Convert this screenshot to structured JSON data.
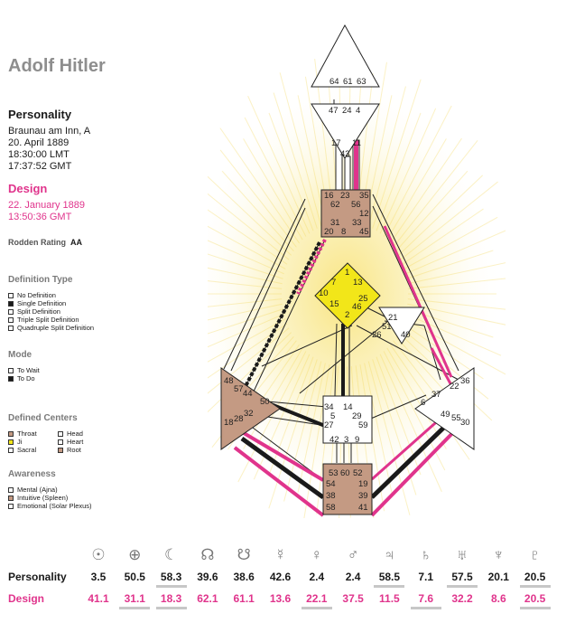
{
  "person": {
    "name": "Adolf Hitler",
    "personality_title": "Personality",
    "place": "Braunau am Inn, A",
    "date": "20. April 1889",
    "lmt": "18:30:00 LMT",
    "gmt": "17:37:52 GMT",
    "design_title": "Design",
    "design_date": "22. January 1889",
    "design_gmt": "13:50:36 GMT",
    "rodden_label": "Rodden Rating",
    "rodden_value": "AA"
  },
  "legend": {
    "definition_title": "Definition Type",
    "definition_items": [
      {
        "label": "No Definition",
        "filled": false
      },
      {
        "label": "Single Definition",
        "filled": true
      },
      {
        "label": "Split Definition",
        "filled": false
      },
      {
        "label": "Triple Split Definition",
        "filled": false
      },
      {
        "label": "Quadruple Split Definition",
        "filled": false
      }
    ],
    "mode_title": "Mode",
    "mode_items": [
      {
        "label": "To Wait",
        "filled": false
      },
      {
        "label": "To Do",
        "filled": true
      }
    ],
    "centers_title": "Defined Centers",
    "centers_items": [
      {
        "label": "Throat",
        "color": "#c49a83"
      },
      {
        "label": "Head",
        "color": "#ffffff"
      },
      {
        "label": "Ji",
        "color": "#f2e619"
      },
      {
        "label": "Heart",
        "color": "#ffffff"
      },
      {
        "label": "Sacral",
        "color": "#ffffff"
      },
      {
        "label": "Root",
        "color": "#c49a83"
      }
    ],
    "awareness_title": "Awareness",
    "awareness_items": [
      {
        "label": "Mental (Ajna)",
        "color": "#ffffff"
      },
      {
        "label": "Intuitive (Spleen)",
        "color": "#c49a83"
      },
      {
        "label": "Emotional (Solar Plexus)",
        "color": "#ffffff"
      }
    ]
  },
  "bodygraph": {
    "colors": {
      "defined": "#c49a83",
      "ji": "#f2e619",
      "personality": "#1a1a1a",
      "design": "#e0348c",
      "glow": "#f7e06a"
    },
    "gates": {
      "head": [
        "64",
        "61",
        "63"
      ],
      "ajna": [
        "47",
        "24",
        "4",
        "17",
        "11",
        "43"
      ],
      "throat": [
        "16",
        "23",
        "35",
        "62",
        "56",
        "12",
        "31",
        "33",
        "20",
        "8",
        "45"
      ],
      "g": [
        "1",
        "7",
        "13",
        "10",
        "15",
        "25",
        "46",
        "2"
      ],
      "heart": [
        "21",
        "26",
        "51",
        "40"
      ],
      "spleen": [
        "48",
        "57",
        "44",
        "50",
        "18",
        "28",
        "32"
      ],
      "solar": [
        "36",
        "22",
        "37",
        "6",
        "49",
        "55",
        "30"
      ],
      "sacral": [
        "34",
        "5",
        "14",
        "29",
        "27",
        "59",
        "42",
        "3",
        "9"
      ],
      "root": [
        "53",
        "60",
        "52",
        "54",
        "19",
        "38",
        "39",
        "58",
        "41"
      ]
    }
  },
  "planets": {
    "symbols": [
      "☉",
      "⊕",
      "☾",
      "☊",
      "☋",
      "☿",
      "♀",
      "♂",
      "♃",
      "♄",
      "♅",
      "♆",
      "♇"
    ],
    "names": [
      "sun",
      "earth",
      "moon",
      "north-node",
      "south-node",
      "mercury",
      "venus",
      "mars",
      "jupiter",
      "saturn",
      "uranus",
      "neptune",
      "pluto"
    ],
    "personality_label": "Personality",
    "design_label": "Design",
    "personality": [
      "3.5",
      "50.5",
      "58.3",
      "39.6",
      "38.6",
      "42.6",
      "2.4",
      "2.4",
      "58.5",
      "7.1",
      "57.5",
      "20.1",
      "20.5"
    ],
    "design": [
      "41.1",
      "31.1",
      "18.3",
      "62.1",
      "61.1",
      "13.6",
      "22.1",
      "37.5",
      "11.5",
      "7.6",
      "32.2",
      "8.6",
      "20.5"
    ],
    "personality_underlined": [
      false,
      false,
      true,
      false,
      false,
      false,
      false,
      false,
      true,
      false,
      true,
      false,
      true
    ],
    "design_underlined": [
      false,
      true,
      true,
      false,
      false,
      false,
      true,
      false,
      false,
      true,
      false,
      false,
      true
    ]
  }
}
